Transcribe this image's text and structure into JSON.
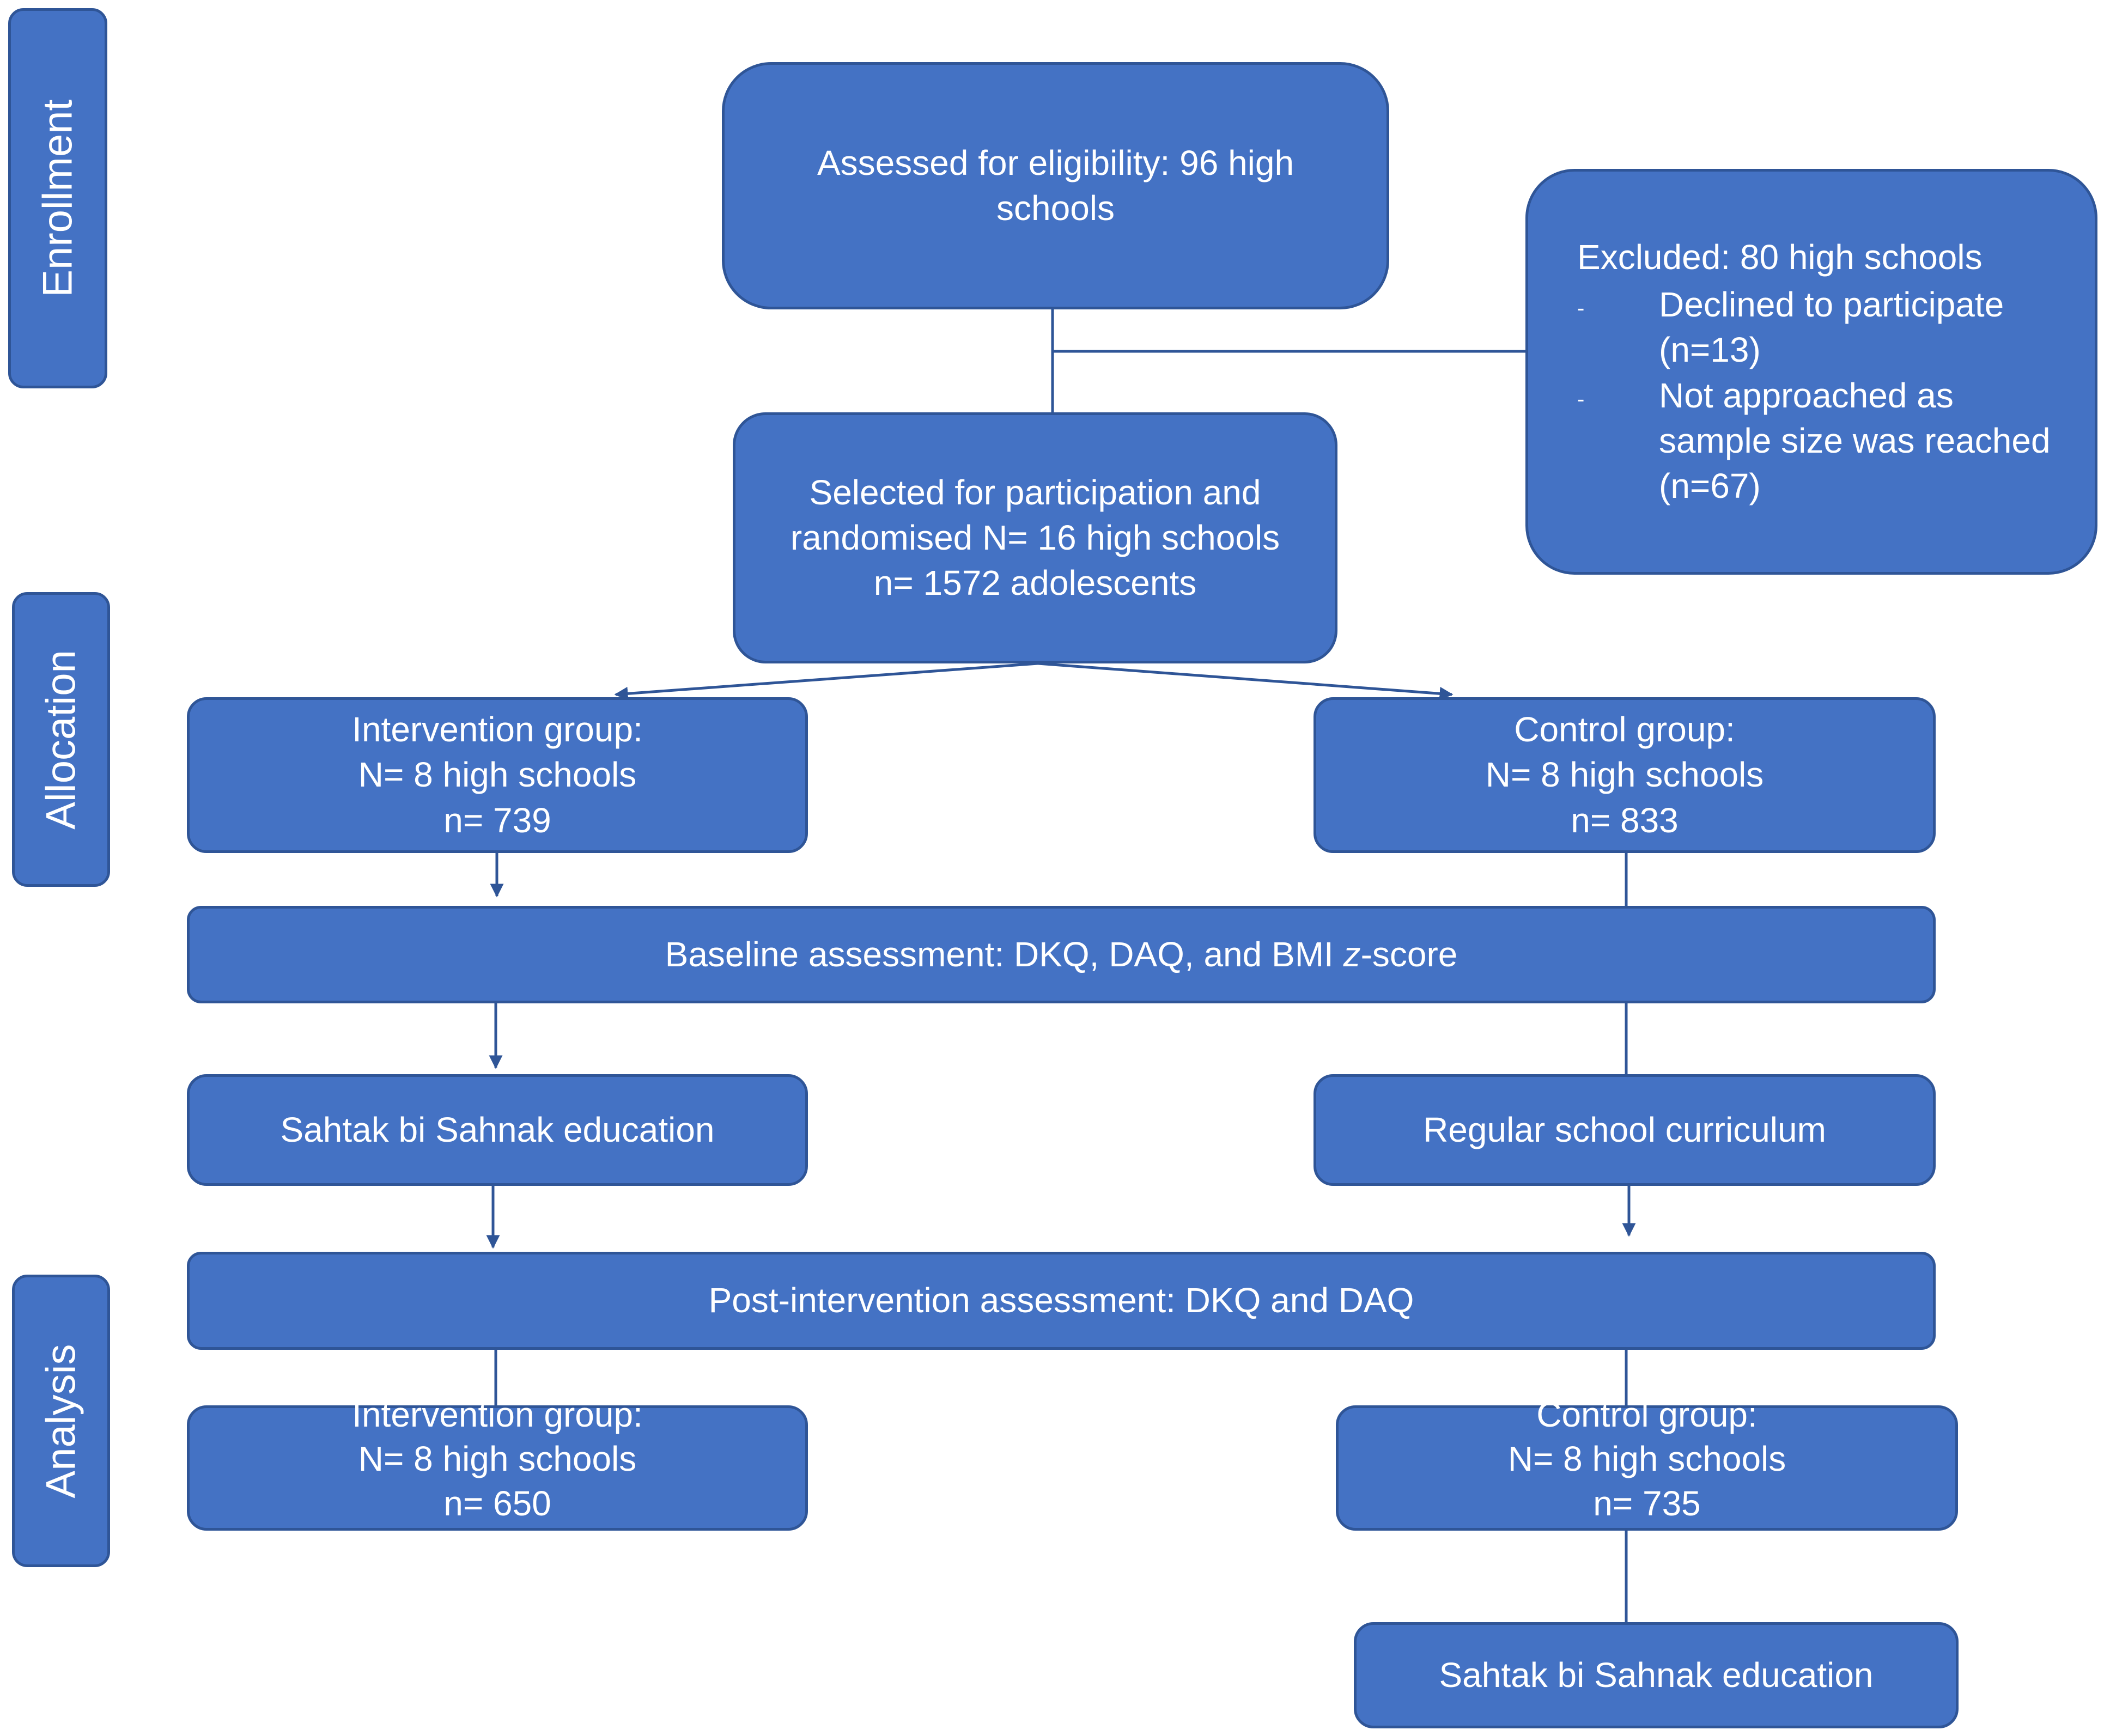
{
  "phases": {
    "enrollment": "Enrollment",
    "allocation": "Allocation",
    "analysis": "Analysis"
  },
  "assessed": {
    "lines": [
      "Assessed for eligibility: 96 high",
      "schools"
    ]
  },
  "excluded": {
    "title": "Excluded: 80 high schools",
    "items": [
      {
        "bullet": "-",
        "lines": [
          "Declined to participate",
          "(n=13)"
        ]
      },
      {
        "bullet": "-",
        "lines": [
          "Not approached as",
          "sample size was reached",
          "(n=67)"
        ]
      }
    ]
  },
  "selected": {
    "lines": [
      "Selected for participation and",
      "randomised N= 16 high schools",
      "n= 1572 adolescents"
    ]
  },
  "intervention_alloc": {
    "lines": [
      "Intervention group:",
      "N= 8 high schools",
      "n= 739"
    ]
  },
  "control_alloc": {
    "lines": [
      "Control group:",
      "N= 8 high schools",
      "n= 833"
    ]
  },
  "baseline": {
    "prefix": "Baseline assessment: DKQ, DAQ, and BMI ",
    "italic": "z",
    "suffix": "-score"
  },
  "intervention_edu": {
    "label": "Sahtak bi Sahnak education"
  },
  "control_curriculum": {
    "label": "Regular school curriculum"
  },
  "post": {
    "label": "Post-intervention assessment: DKQ and DAQ"
  },
  "intervention_analysis": {
    "lines": [
      "Intervention group:",
      "N= 8 high schools",
      "n= 650"
    ]
  },
  "control_analysis": {
    "lines": [
      "Control group:",
      "N= 8 high schools",
      "n= 735"
    ]
  },
  "control_followup": {
    "label": "Sahtak bi Sahnak education"
  },
  "colors": {
    "box_fill": "#4472c4",
    "box_border": "#2f5597",
    "connector": "#2f5597",
    "text": "#ffffff"
  }
}
